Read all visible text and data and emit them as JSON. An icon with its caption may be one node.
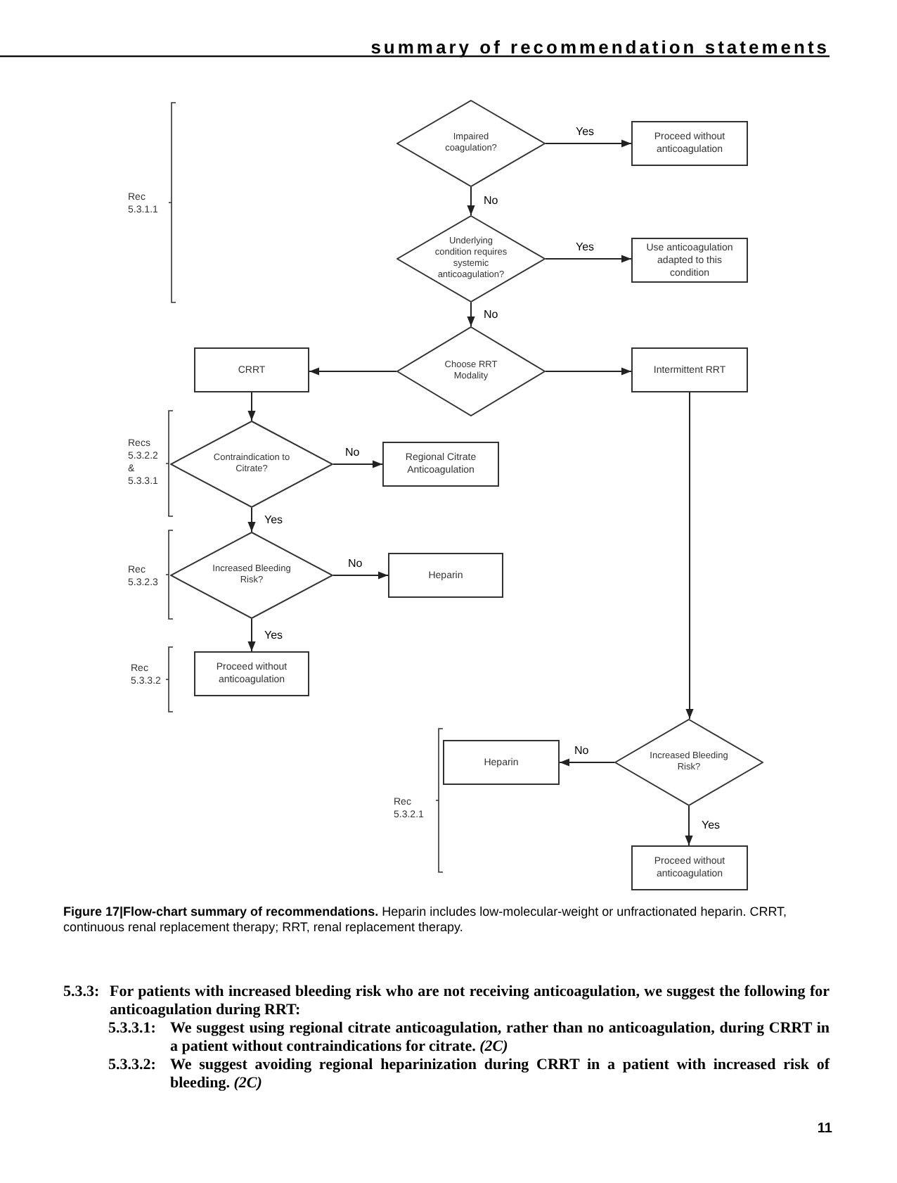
{
  "diagram": {
    "title": "summary of recommendation statements",
    "caption": "**Figure 17|Flow-chart summary of recommendations.** Heparin includes low-molecular-weight or unfractionated heparin. CRRT, continuous renal replacement therapy; RRT, renal replacement therapy.",
    "nodes": [
      {
        "text": [
          "Impaired coagulation?"
        ]
      },
      {
        "text": [
          "Proceed without anticoagulation"
        ]
      },
      {
        "text": [
          "Underlying condition requires systemic anticoagulation?"
        ]
      },
      {
        "text": [
          "Use anticoagulation adapted to this condition"
        ]
      },
      {
        "text": [
          "Choose RRT Modality"
        ]
      },
      {
        "text": [
          "CRRT"
        ]
      },
      {
        "text": [
          "Intermittent RRT"
        ]
      },
      {
        "text": [
          "Contraindication to Citrate?"
        ]
      },
      {
        "text": [
          "Regional Citrate Anticoagulation"
        ]
      },
      {
        "text": [
          "Increased Bleeding Risk?"
        ]
      },
      {
        "text": [
          "Heparin"
        ]
      },
      {
        "text": [
          "Proceed without anticoagulation"
        ]
      },
      {
        "text": [
          "Increased Bleeding Risk?"
        ]
      },
      {
        "text": [
          "Heparin"
        ]
      },
      {
        "text": [
          "Proceed without anticoagulation"
        ]
      }
    ],
    "edges": [
      {
        "from": 0,
        "to": 1,
        "arrow": "to",
        "label": "Yes"
      },
      {
        "from": 0,
        "to": 2,
        "arrow": "to",
        "label": "No"
      },
      {
        "from": 2,
        "to": 3,
        "arrow": "to",
        "label": "Yes"
      },
      {
        "from": 2,
        "to": 4,
        "arrow": "to",
        "label": "No"
      },
      {
        "from": 4,
        "to": 5,
        "arrow": "to"
      },
      {
        "from": 4,
        "to": 6,
        "arrow": "to"
      },
      {
        "from": 5,
        "to": 7,
        "arrow": "to"
      },
      {
        "from": 7,
        "to": 8,
        "arrow": "to",
        "label": "No"
      },
      {
        "from": 7,
        "to": 9,
        "arrow": "to",
        "label": "Yes"
      },
      {
        "from": 9,
        "to": 10,
        "arrow": "to",
        "label": "No"
      },
      {
        "from": 9,
        "to": 11,
        "arrow": "to",
        "label": "Yes"
      },
      {
        "from": 6,
        "to": 12,
        "arrow": "to"
      },
      {
        "from": 12,
        "to": 13,
        "arrow": "to",
        "label": "No"
      },
      {
        "from": 12,
        "to": 14,
        "arrow": "to",
        "label": "Yes"
      }
    ],
    "labels": [
      "Rec 5.3.1.1",
      "Recs 5.3.2.2 & 5.3.3.1",
      "Rec 5.3.2.3",
      "Rec 5.3.3.2",
      "Rec 5.3.2.1",
      "5.3.3:",
      "For patients with increased bleeding risk who are not receiving anticoagulation, we suggest the following for anticoagulation during RRT:",
      "5.3.3.1:",
      "We suggest using regional citrate anticoagulation, rather than no anticoagulation, during CRRT in a patient without contraindications for citrate. *(2C)*",
      "5.3.3.2:",
      "We suggest avoiding regional heparinization during CRRT in a patient with increased risk of bleeding. *(2C)*",
      "11"
    ]
  }
}
